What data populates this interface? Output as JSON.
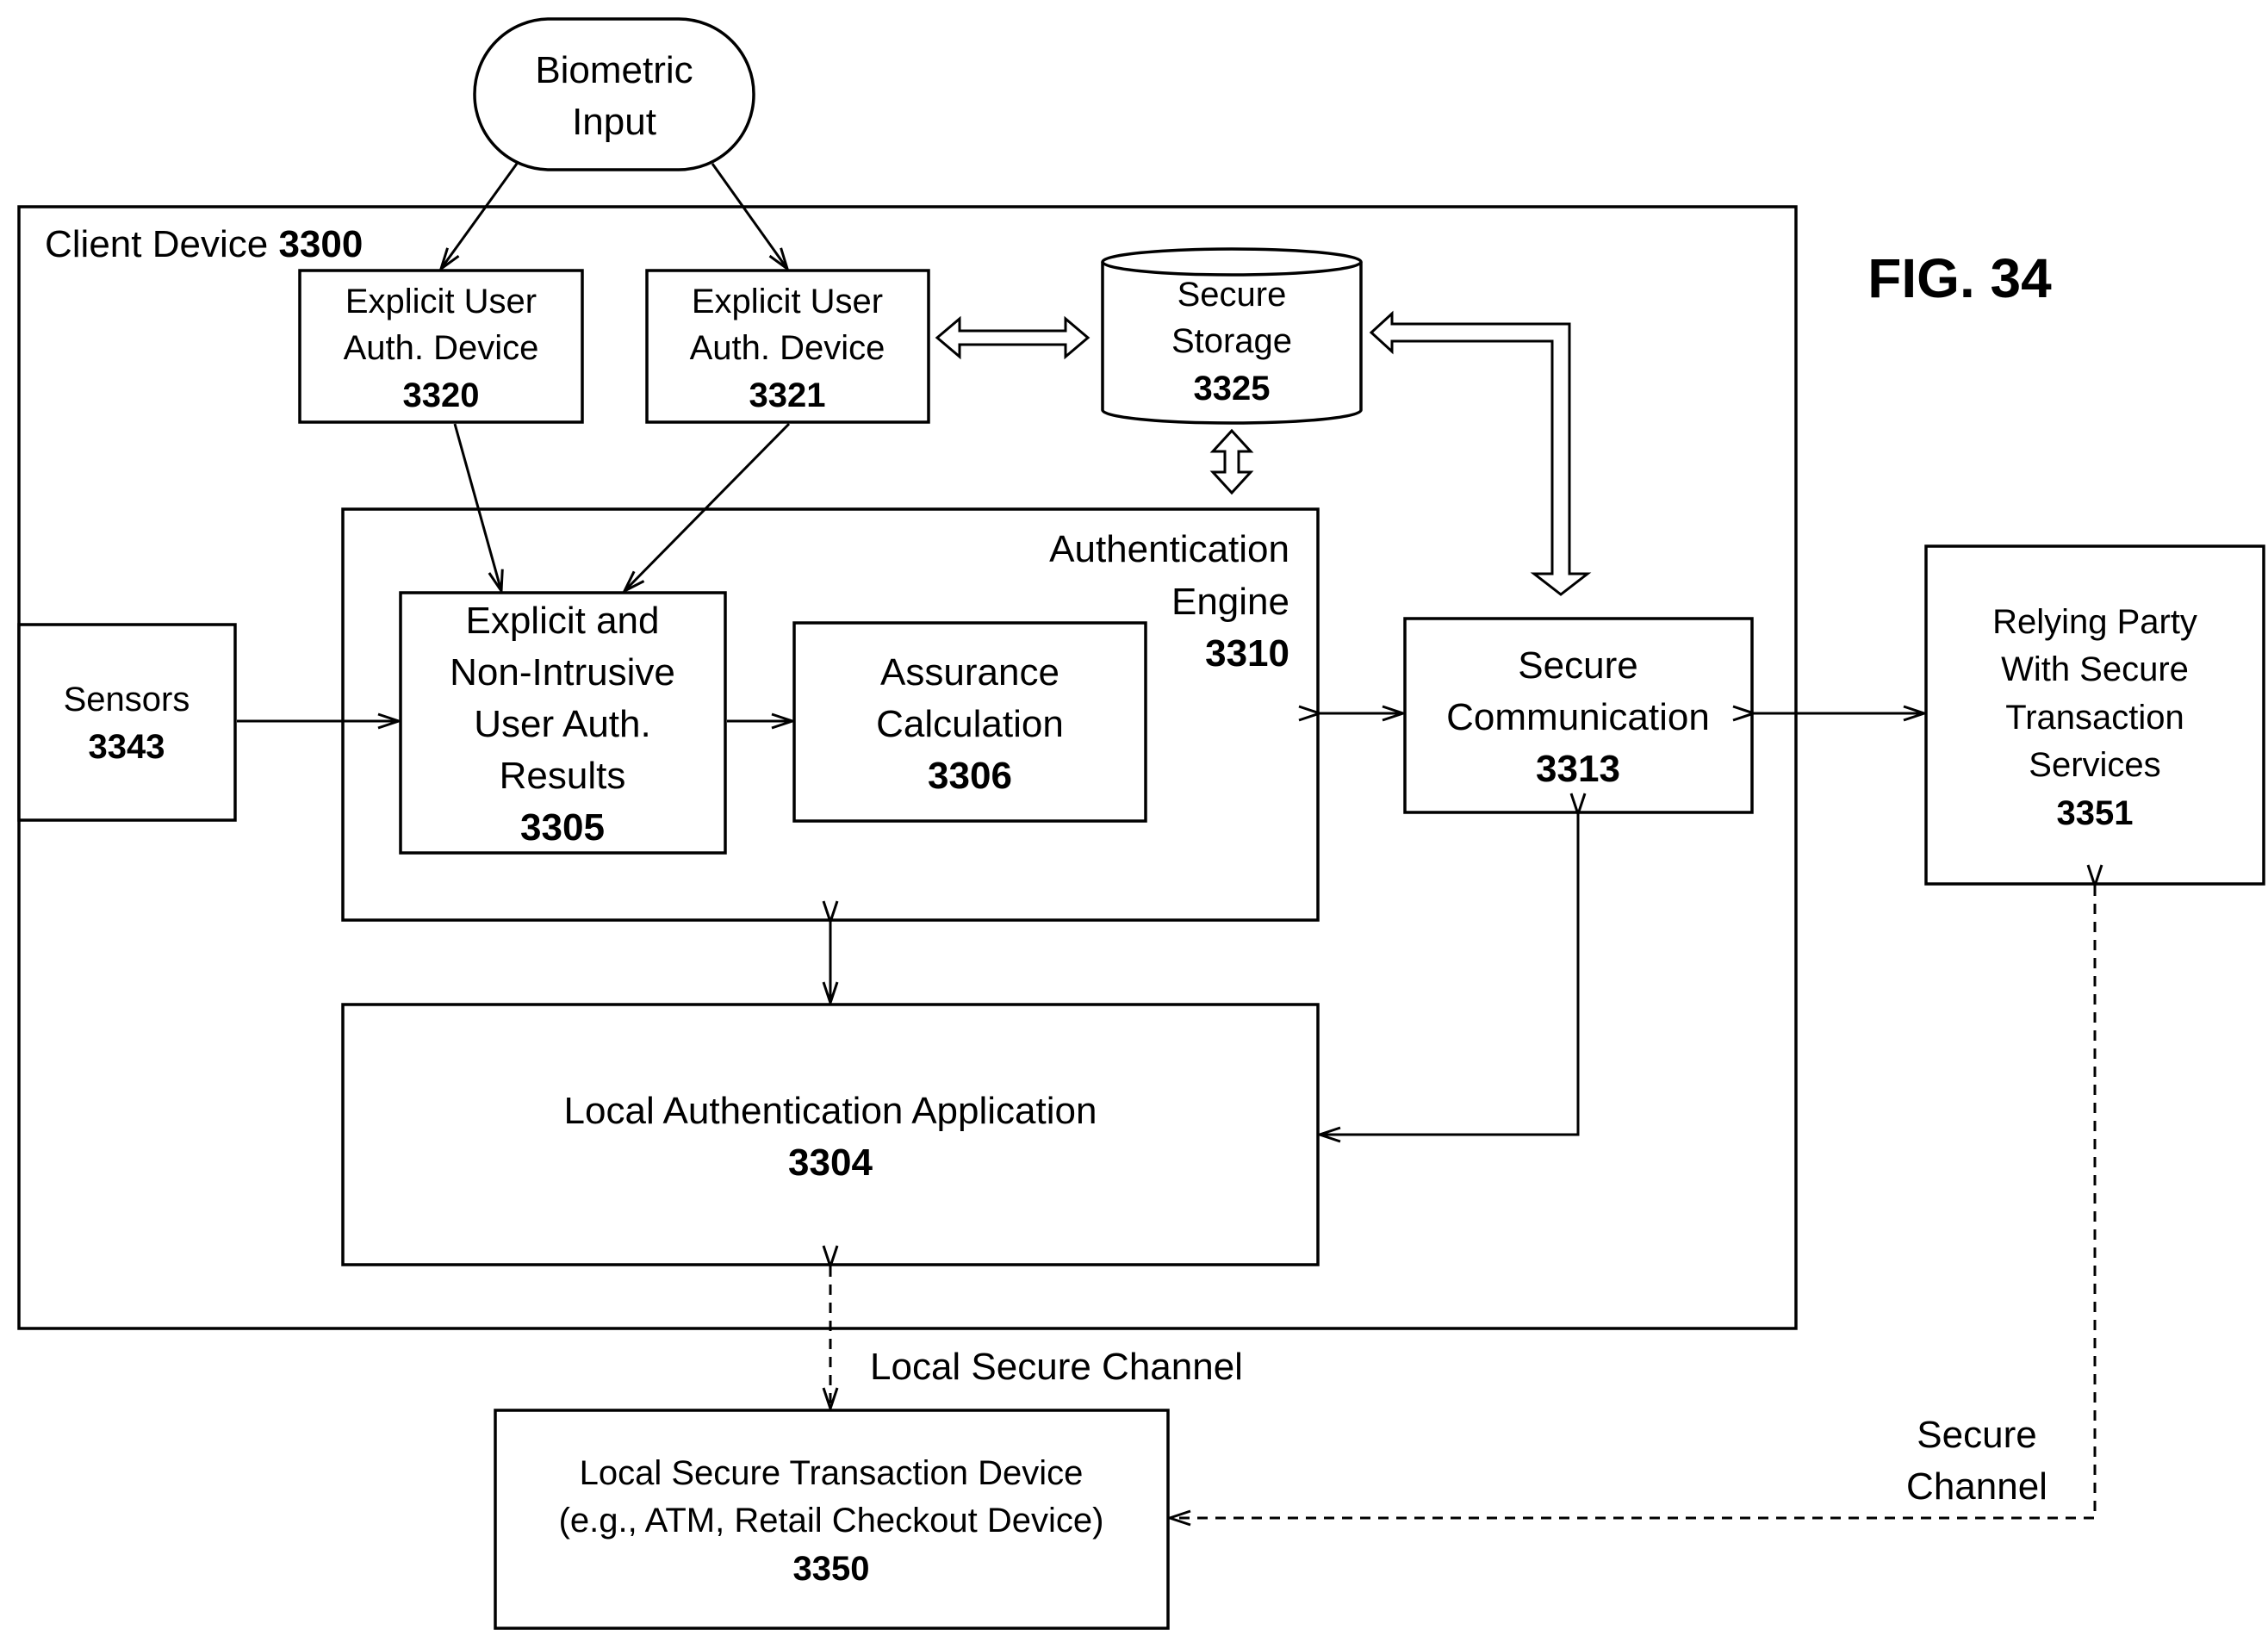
{
  "figure_label": "FIG. 34",
  "biometric_input": {
    "line1": "Biometric",
    "line2": "Input"
  },
  "client_device": {
    "label": "Client Device ",
    "number": "3300"
  },
  "explicit_auth_1": {
    "line1": "Explicit User",
    "line2": "Auth. Device",
    "number": "3320"
  },
  "explicit_auth_2": {
    "line1": "Explicit User",
    "line2": "Auth. Device",
    "number": "3321"
  },
  "secure_storage": {
    "line1": "Secure",
    "line2": "Storage",
    "number": "3325"
  },
  "auth_engine": {
    "line1": "Authentication",
    "line2": "Engine",
    "number": "3310"
  },
  "auth_results": {
    "line1": "Explicit and",
    "line2": "Non-Intrusive",
    "line3": "User Auth.",
    "line4": "Results",
    "number": "3305"
  },
  "assurance": {
    "line1": "Assurance",
    "line2": "Calculation",
    "number": "3306"
  },
  "sensors": {
    "line1": "Sensors",
    "number": "3343"
  },
  "secure_comm": {
    "line1": "Secure",
    "line2": "Communication",
    "number": "3313"
  },
  "relying_party": {
    "line1": "Relying Party",
    "line2": "With Secure",
    "line3": "Transaction",
    "line4": "Services",
    "number": "3351"
  },
  "local_app": {
    "line1": "Local Authentication Application",
    "number": "3304"
  },
  "local_channel": {
    "label": "Local Secure Channel"
  },
  "secure_channel": {
    "line1": "Secure",
    "line2": "Channel"
  },
  "local_device": {
    "line1": "Local Secure Transaction Device",
    "line2": "(e.g., ATM, Retail Checkout Device)",
    "number": "3350"
  }
}
